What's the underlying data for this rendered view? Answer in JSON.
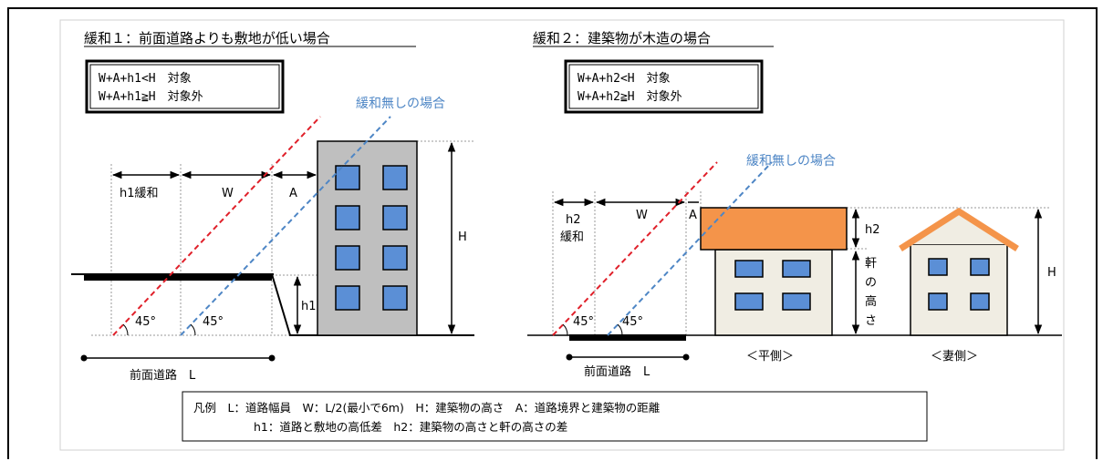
{
  "panel1": {
    "title": "緩和１：前面道路よりも敷地が低い場合",
    "formula_line1": "W+A+h1<H　対象",
    "formula_line2": "W+A+h1≧H　対象外",
    "no_relax_label": "緩和無しの場合",
    "dim_h1_relax": "h1緩和",
    "dim_w": "W",
    "dim_a": "A",
    "dim_h": "H",
    "dim_h1": "h1",
    "angle1": "45°",
    "angle2": "45°",
    "road_label": "前面道路　L"
  },
  "panel2": {
    "title": "緩和２：建築物が木造の場合",
    "formula_line1": "W+A+h2<H　対象",
    "formula_line2": "W+A+h2≧H　対象外",
    "no_relax_label": "緩和無しの場合",
    "dim_h2_relax_1": "h2",
    "dim_h2_relax_2": "緩和",
    "dim_w": "W",
    "dim_a": "A",
    "dim_h2": "h2",
    "eave_1": "軒",
    "eave_2": "の",
    "eave_3": "高",
    "eave_4": "さ",
    "dim_h": "H",
    "angle1": "45°",
    "angle2": "45°",
    "road_label": "前面道路　L",
    "flat_side_label": "＜平側＞",
    "gable_side_label": "＜妻側＞"
  },
  "legend": {
    "line1": "凡例　L：道路幅員　W：L/2(最小で6m)　H：建築物の高さ　A：道路境界と建築物の距離",
    "line2": "h1：道路と敷地の高低差　h2：建築物の高さと軒の高さの差"
  },
  "colors": {
    "relaxed_line": "#e0202a",
    "no_relax_line": "#4e86c5",
    "building_gray": "#bfbfbf",
    "window_blue": "#5b8fd6",
    "roof_orange": "#f4944a",
    "wall_beige": "#f0ede3"
  }
}
